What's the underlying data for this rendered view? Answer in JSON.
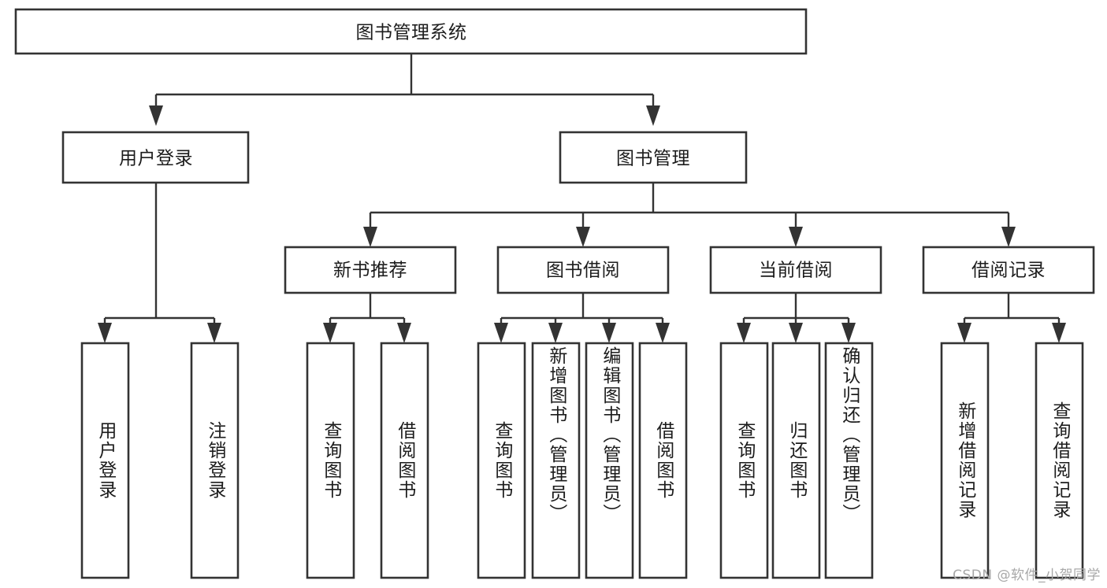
{
  "diagram": {
    "type": "tree-hierarchy",
    "title": "图书管理系统",
    "orientation": "top-down",
    "colors": {
      "box_stroke": "#333333",
      "box_fill": "#ffffff",
      "connector": "#333333",
      "text": "#1c1c1c",
      "watermark": "#a8a8a8",
      "background": "#ffffff"
    },
    "levels": [
      {
        "level": 1,
        "nodes": [
          {
            "id": "root",
            "label": "图书管理系统",
            "orientation": "horizontal"
          }
        ]
      },
      {
        "level": 2,
        "nodes": [
          {
            "id": "user-login",
            "label": "用户登录",
            "orientation": "horizontal",
            "parent": "root"
          },
          {
            "id": "book-mgmt",
            "label": "图书管理",
            "orientation": "horizontal",
            "parent": "root"
          }
        ]
      },
      {
        "level": 3,
        "nodes": [
          {
            "id": "new-book-rec",
            "label": "新书推荐",
            "orientation": "horizontal",
            "parent": "book-mgmt"
          },
          {
            "id": "book-borrow",
            "label": "图书借阅",
            "orientation": "horizontal",
            "parent": "book-mgmt"
          },
          {
            "id": "current-borrow",
            "label": "当前借阅",
            "orientation": "horizontal",
            "parent": "book-mgmt"
          },
          {
            "id": "borrow-record",
            "label": "借阅记录",
            "orientation": "horizontal",
            "parent": "book-mgmt"
          }
        ]
      },
      {
        "level": 4,
        "nodes": [
          {
            "id": "leaf-1",
            "label": "用户登录",
            "orientation": "vertical",
            "parent": "user-login"
          },
          {
            "id": "leaf-2",
            "label": "注销登录",
            "orientation": "vertical",
            "parent": "user-login"
          },
          {
            "id": "leaf-3",
            "label": "查询图书",
            "orientation": "vertical",
            "parent": "new-book-rec"
          },
          {
            "id": "leaf-4",
            "label": "借阅图书",
            "orientation": "vertical",
            "parent": "new-book-rec"
          },
          {
            "id": "leaf-5",
            "label": "查询图书",
            "orientation": "vertical",
            "parent": "book-borrow"
          },
          {
            "id": "leaf-6",
            "label": "新增图书（管理员）",
            "orientation": "vertical",
            "parent": "book-borrow"
          },
          {
            "id": "leaf-7",
            "label": "编辑图书（管理员）",
            "orientation": "vertical",
            "parent": "book-borrow"
          },
          {
            "id": "leaf-8",
            "label": "借阅图书",
            "orientation": "vertical",
            "parent": "book-borrow"
          },
          {
            "id": "leaf-9",
            "label": "查询图书",
            "orientation": "vertical",
            "parent": "current-borrow"
          },
          {
            "id": "leaf-10",
            "label": "归还图书",
            "orientation": "vertical",
            "parent": "current-borrow"
          },
          {
            "id": "leaf-11",
            "label": "确认归还（管理员）",
            "orientation": "vertical",
            "parent": "current-borrow"
          },
          {
            "id": "leaf-12",
            "label": "新增借阅记录",
            "orientation": "vertical",
            "parent": "borrow-record"
          },
          {
            "id": "leaf-13",
            "label": "查询借阅记录",
            "orientation": "vertical",
            "parent": "borrow-record"
          }
        ]
      }
    ]
  },
  "watermark": {
    "text": "CSDN @软件_小贺同学"
  }
}
